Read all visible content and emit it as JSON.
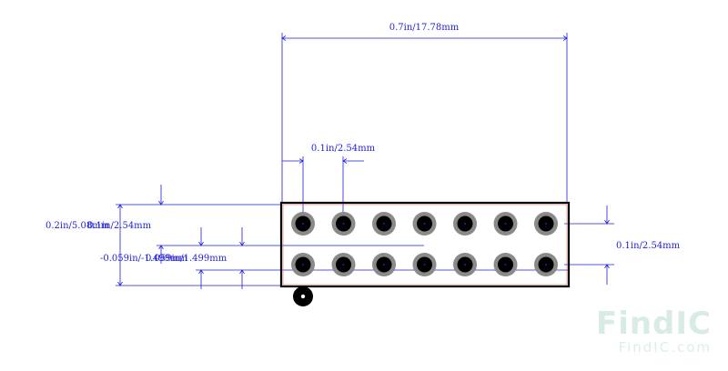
{
  "dimensions": {
    "overall_width": "0.7in/17.78mm",
    "pin_pitch_top": "0.1in/2.54mm",
    "height_left": "0.2in/5.08mm",
    "row_pitch_left": "0.1in/2.54mm",
    "row_pitch_right": "0.1in/2.54mm",
    "offset_left": "-0.059in/-1.499mm",
    "offset_right": "0.059in/1.499mm"
  },
  "footprint": {
    "columns": 7,
    "rows": 2,
    "pin1_marker": "dot"
  },
  "watermark": {
    "logo": "FindIC",
    "url": "FindIC.com"
  },
  "colors": {
    "dimension": "#1f1fd8",
    "outline": "#000000",
    "pad_ring": "#8a8a8a",
    "drill": "#000000"
  }
}
